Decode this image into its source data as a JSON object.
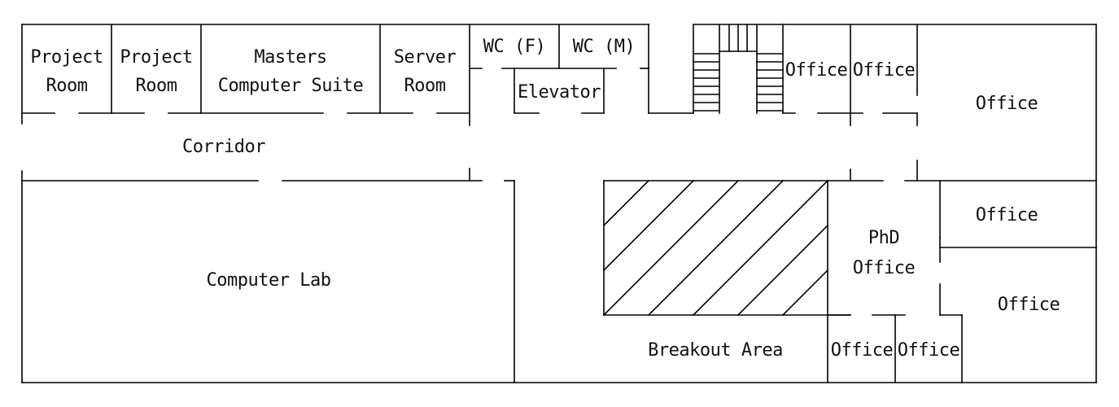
{
  "rooms": {
    "project_room_1": [
      "Project",
      "Room"
    ],
    "project_room_2": [
      "Project",
      "Room"
    ],
    "masters_suite": [
      "Masters",
      "Computer Suite"
    ],
    "server_room": [
      "Server",
      "Room"
    ],
    "wc_female": "WC (F)",
    "wc_male": "WC (M)",
    "elevator": "Elevator",
    "office_top_1": "Office",
    "office_top_2": "Office",
    "office_top_right": "Office",
    "corridor": "Corridor",
    "computer_lab": "Computer Lab",
    "phd_office": [
      "PhD",
      "Office"
    ],
    "office_right_mid": "Office",
    "office_right_low": "Office",
    "breakout_area": "Breakout Area",
    "office_bottom_1": "Office",
    "office_bottom_2": "Office"
  }
}
